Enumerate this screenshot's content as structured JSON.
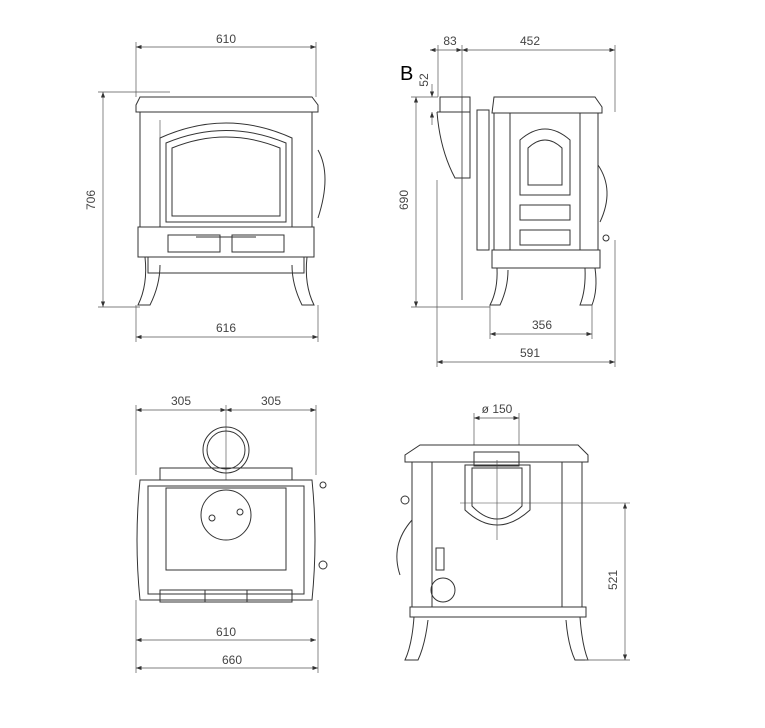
{
  "front_view": {
    "width_top": "610",
    "height": "706",
    "width_bottom": "616"
  },
  "side_view": {
    "flue_offset": "83",
    "flue_to_back": "452",
    "label_b": "B",
    "flue_height_offset": "52",
    "height": "690",
    "leg_span": "356",
    "depth": "591"
  },
  "top_view": {
    "left_half": "305",
    "right_half": "305",
    "inner_width": "610",
    "overall_width": "660"
  },
  "rear_view": {
    "flue_diameter": "ø 150",
    "flue_centre_height": "521"
  }
}
